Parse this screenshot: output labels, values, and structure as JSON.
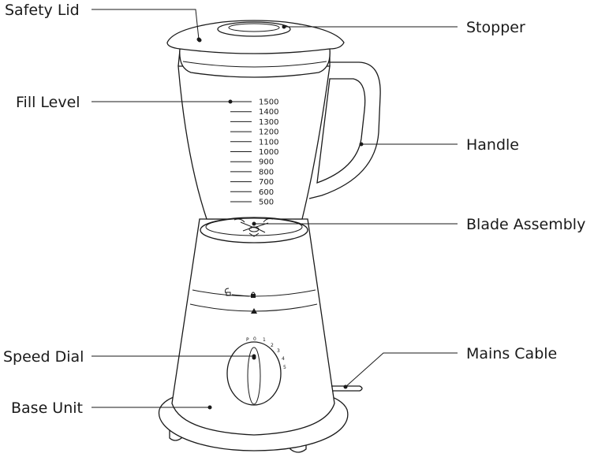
{
  "labels": {
    "safety_lid": "Safety Lid",
    "stopper": "Stopper",
    "fill_level": "Fill Level",
    "handle": "Handle",
    "blade_assembly": "Blade Assembly",
    "speed_dial": "Speed Dial",
    "mains_cable": "Mains Cable",
    "base_unit": "Base Unit"
  },
  "fill_marks": [
    "1500",
    "1400",
    "1300",
    "1200",
    "1100",
    "1000",
    "900",
    "800",
    "700",
    "600",
    "500"
  ],
  "dial_positions": [
    "P",
    "0",
    "1",
    "2",
    "3",
    "4",
    "5"
  ],
  "colors": {
    "line": "#1a1a1a",
    "background": "#ffffff"
  }
}
